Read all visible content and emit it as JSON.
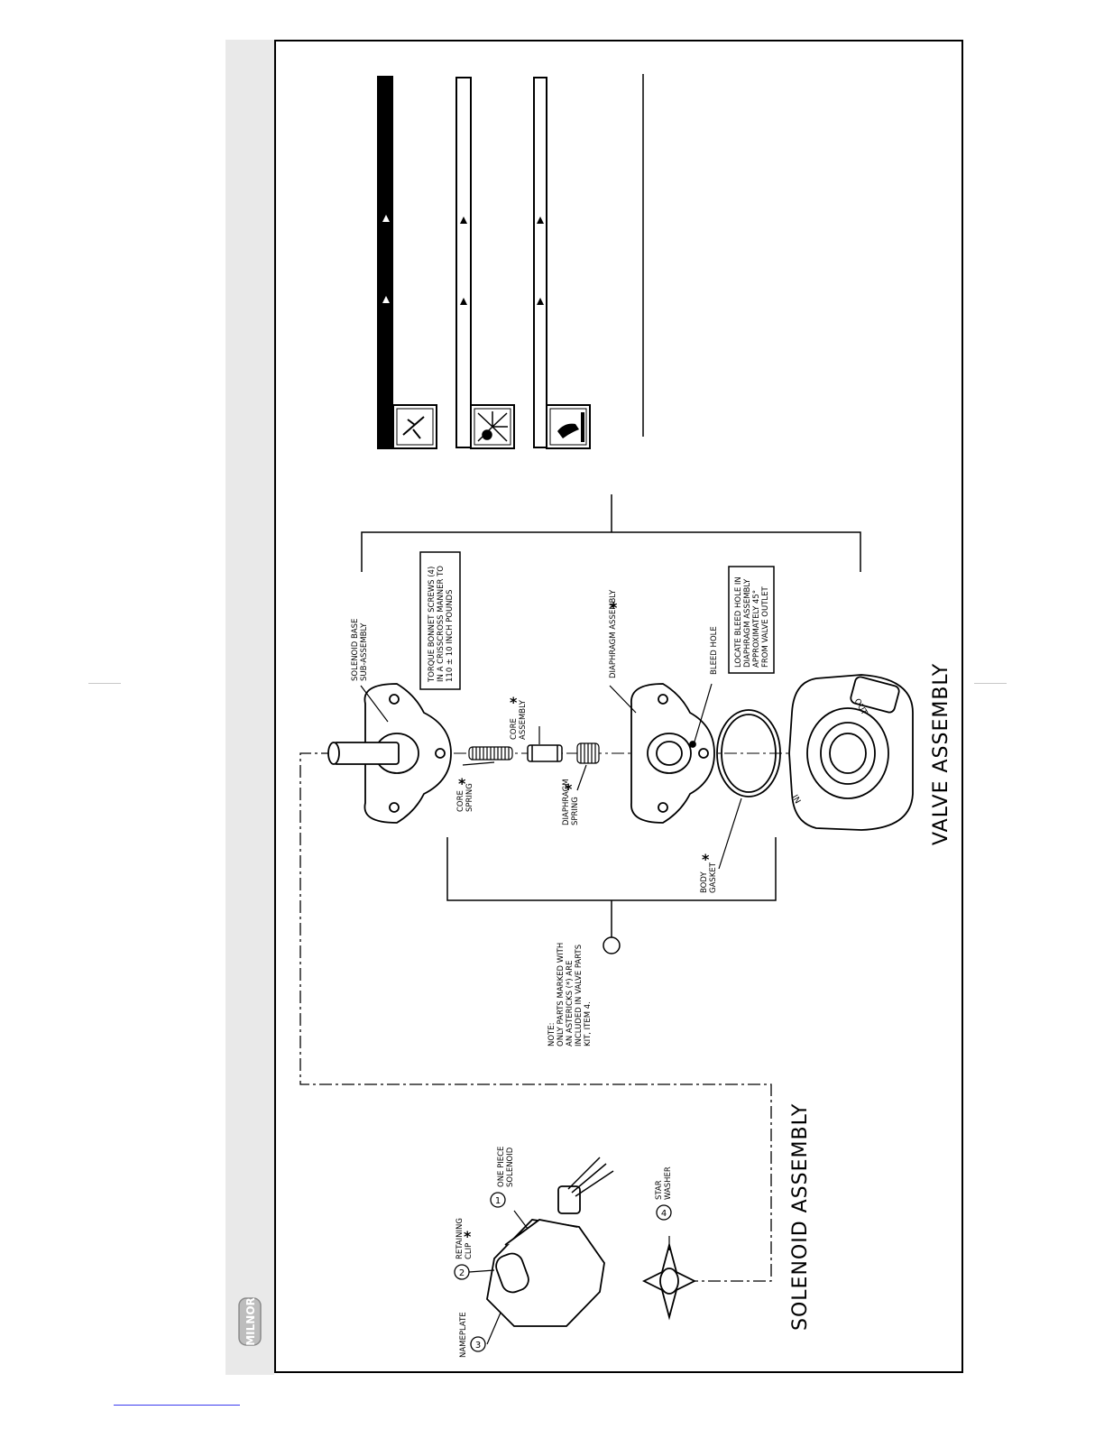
{
  "logo": {
    "text": "MILNOR"
  },
  "titles": {
    "solenoid": "SOLENOID ASSEMBLY",
    "valve": "VALVE ASSEMBLY"
  },
  "note": [
    "NOTE:",
    "ONLY PARTS MARKED WITH",
    "AN ASTERICKS (*) ARE",
    "INCLUDED IN VALVE PARTS",
    "KIT, ITEM 4."
  ],
  "torque_box": [
    "TORQUE BONNET SCREWS (4)",
    "IN A CRISSCROSS MANNER TO",
    "110 ± 10 INCH POUNDS"
  ],
  "bleed_box": [
    "LOCATE BLEED HOLE IN",
    "DIAPHRAGM ASSEMBLY",
    "APPROXIMATELY 45°",
    "FROM VALVE OUTLET"
  ],
  "parts": {
    "solenoid_base": [
      "SOLENOID BASE",
      "SUB-ASSEMBLY"
    ],
    "core_spring": [
      "CORE",
      "SPRING"
    ],
    "core_assembly": [
      "CORE",
      "ASSEMBLY"
    ],
    "diaphragm_spring": [
      "DIAPHRAGM",
      "SPRING"
    ],
    "diaphragm_assembly": "DIAPHRAGM ASSEMBLY",
    "bleed_hole": "BLEED HOLE",
    "body_gasket": [
      "BODY",
      "GASKET"
    ],
    "nameplate": {
      "num": "3",
      "label": [
        "NAMEPLATE"
      ]
    },
    "retaining_clip": {
      "num": "2",
      "label": [
        "RETAINING",
        "CLIP"
      ]
    },
    "one_piece_solenoid": {
      "num": "1",
      "label": [
        "ONE PIECE",
        "SOLENOID"
      ]
    },
    "star_washer": {
      "num": "4",
      "label": [
        "STAR",
        "WASHER"
      ]
    }
  },
  "body_marks": {
    "out": "OUT",
    "in": "IN"
  },
  "asterisk": "*"
}
